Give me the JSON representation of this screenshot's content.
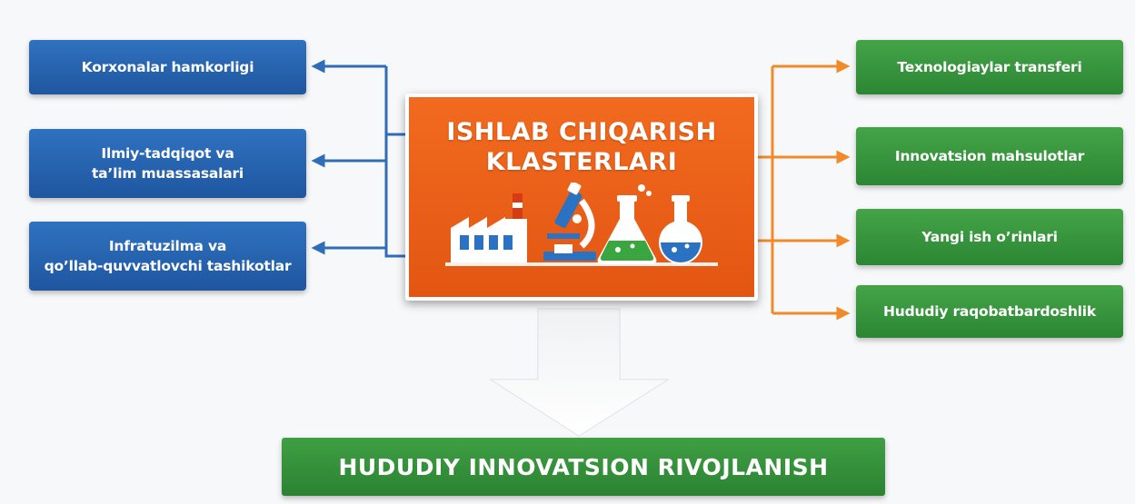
{
  "center": {
    "title": "ISHLAB CHIQARISH\nKLASTERLARI"
  },
  "left_items": [
    {
      "label": "Korxonalar hamkorligi"
    },
    {
      "label": "Ilmiy-tadqiqot va\nta’lim muassasalari"
    },
    {
      "label": "Infratuzilma va\nqo’llab-quvvatlovchi tashikotlar"
    }
  ],
  "right_items": [
    {
      "label": "Texnologiaylar transferi"
    },
    {
      "label": "Innovatsion mahsulotlar"
    },
    {
      "label": "Yangi ish o’rinlari"
    },
    {
      "label": "Hududiy raqobatbardoshlik"
    }
  ],
  "bottom": {
    "label": "HUDUDIY INNOVATSION RIVOJLANISH"
  },
  "colors": {
    "left_boxes": "#2466b0",
    "right_boxes": "#3a9a3f",
    "center_box": "#ee6119",
    "left_connectors": "#2f6db8",
    "right_connectors": "#f28a2a"
  },
  "icons": [
    "factory-icon",
    "microscope-icon",
    "flask-green-icon",
    "flask-blue-icon"
  ]
}
